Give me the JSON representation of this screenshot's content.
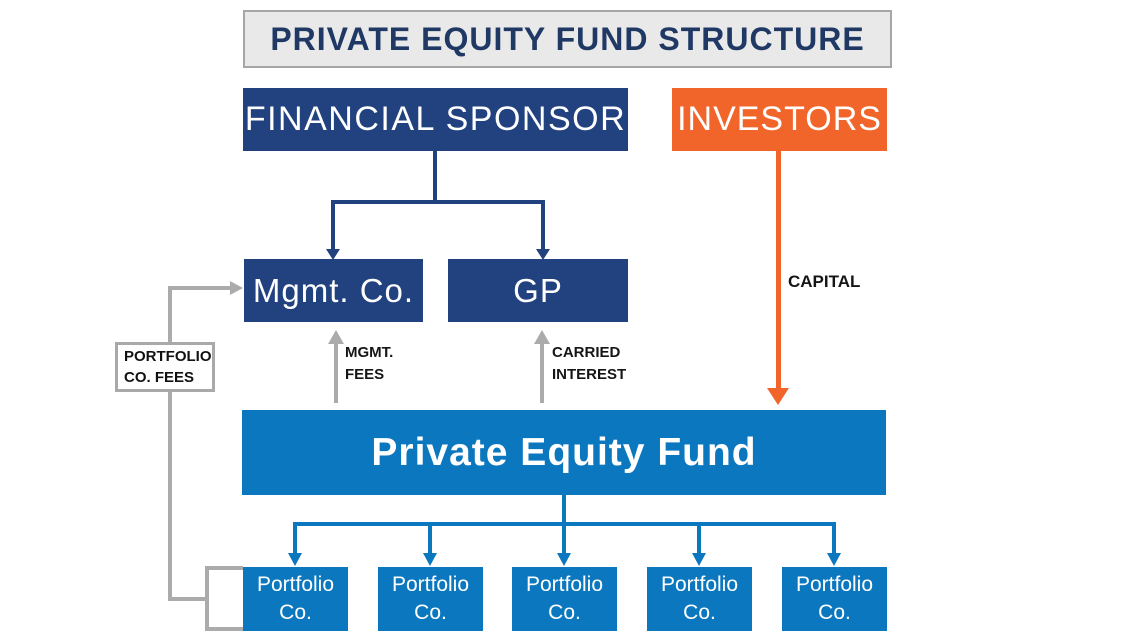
{
  "title": "PRIVATE EQUITY FUND STRUCTURE",
  "nodes": {
    "financial_sponsor": "FINANCIAL SPONSOR",
    "investors": "INVESTORS",
    "mgmt_co": "Mgmt. Co.",
    "gp": "GP",
    "pe_fund": "Private Equity Fund",
    "portfolio_co_fees": {
      "line1": "PORTFOLIO",
      "line2": "CO. FEES"
    }
  },
  "flow_labels": {
    "capital": "CAPITAL",
    "mgmt_fees": {
      "line1": "MGMT.",
      "line2": "FEES"
    },
    "carried_interest": {
      "line1": "CARRIED",
      "line2": "INTEREST"
    }
  },
  "portfolio_companies": [
    {
      "line1": "Portfolio",
      "line2": "Co."
    },
    {
      "line1": "Portfolio",
      "line2": "Co."
    },
    {
      "line1": "Portfolio",
      "line2": "Co."
    },
    {
      "line1": "Portfolio",
      "line2": "Co."
    },
    {
      "line1": "Portfolio",
      "line2": "Co."
    }
  ],
  "colors": {
    "navy": "#21417f",
    "title_text": "#1f3864",
    "title_background": "#e9e9e9",
    "orange": "#f2652a",
    "bright_blue": "#0b77be",
    "gray_lines": "#ababab",
    "label_text": "#151515"
  }
}
